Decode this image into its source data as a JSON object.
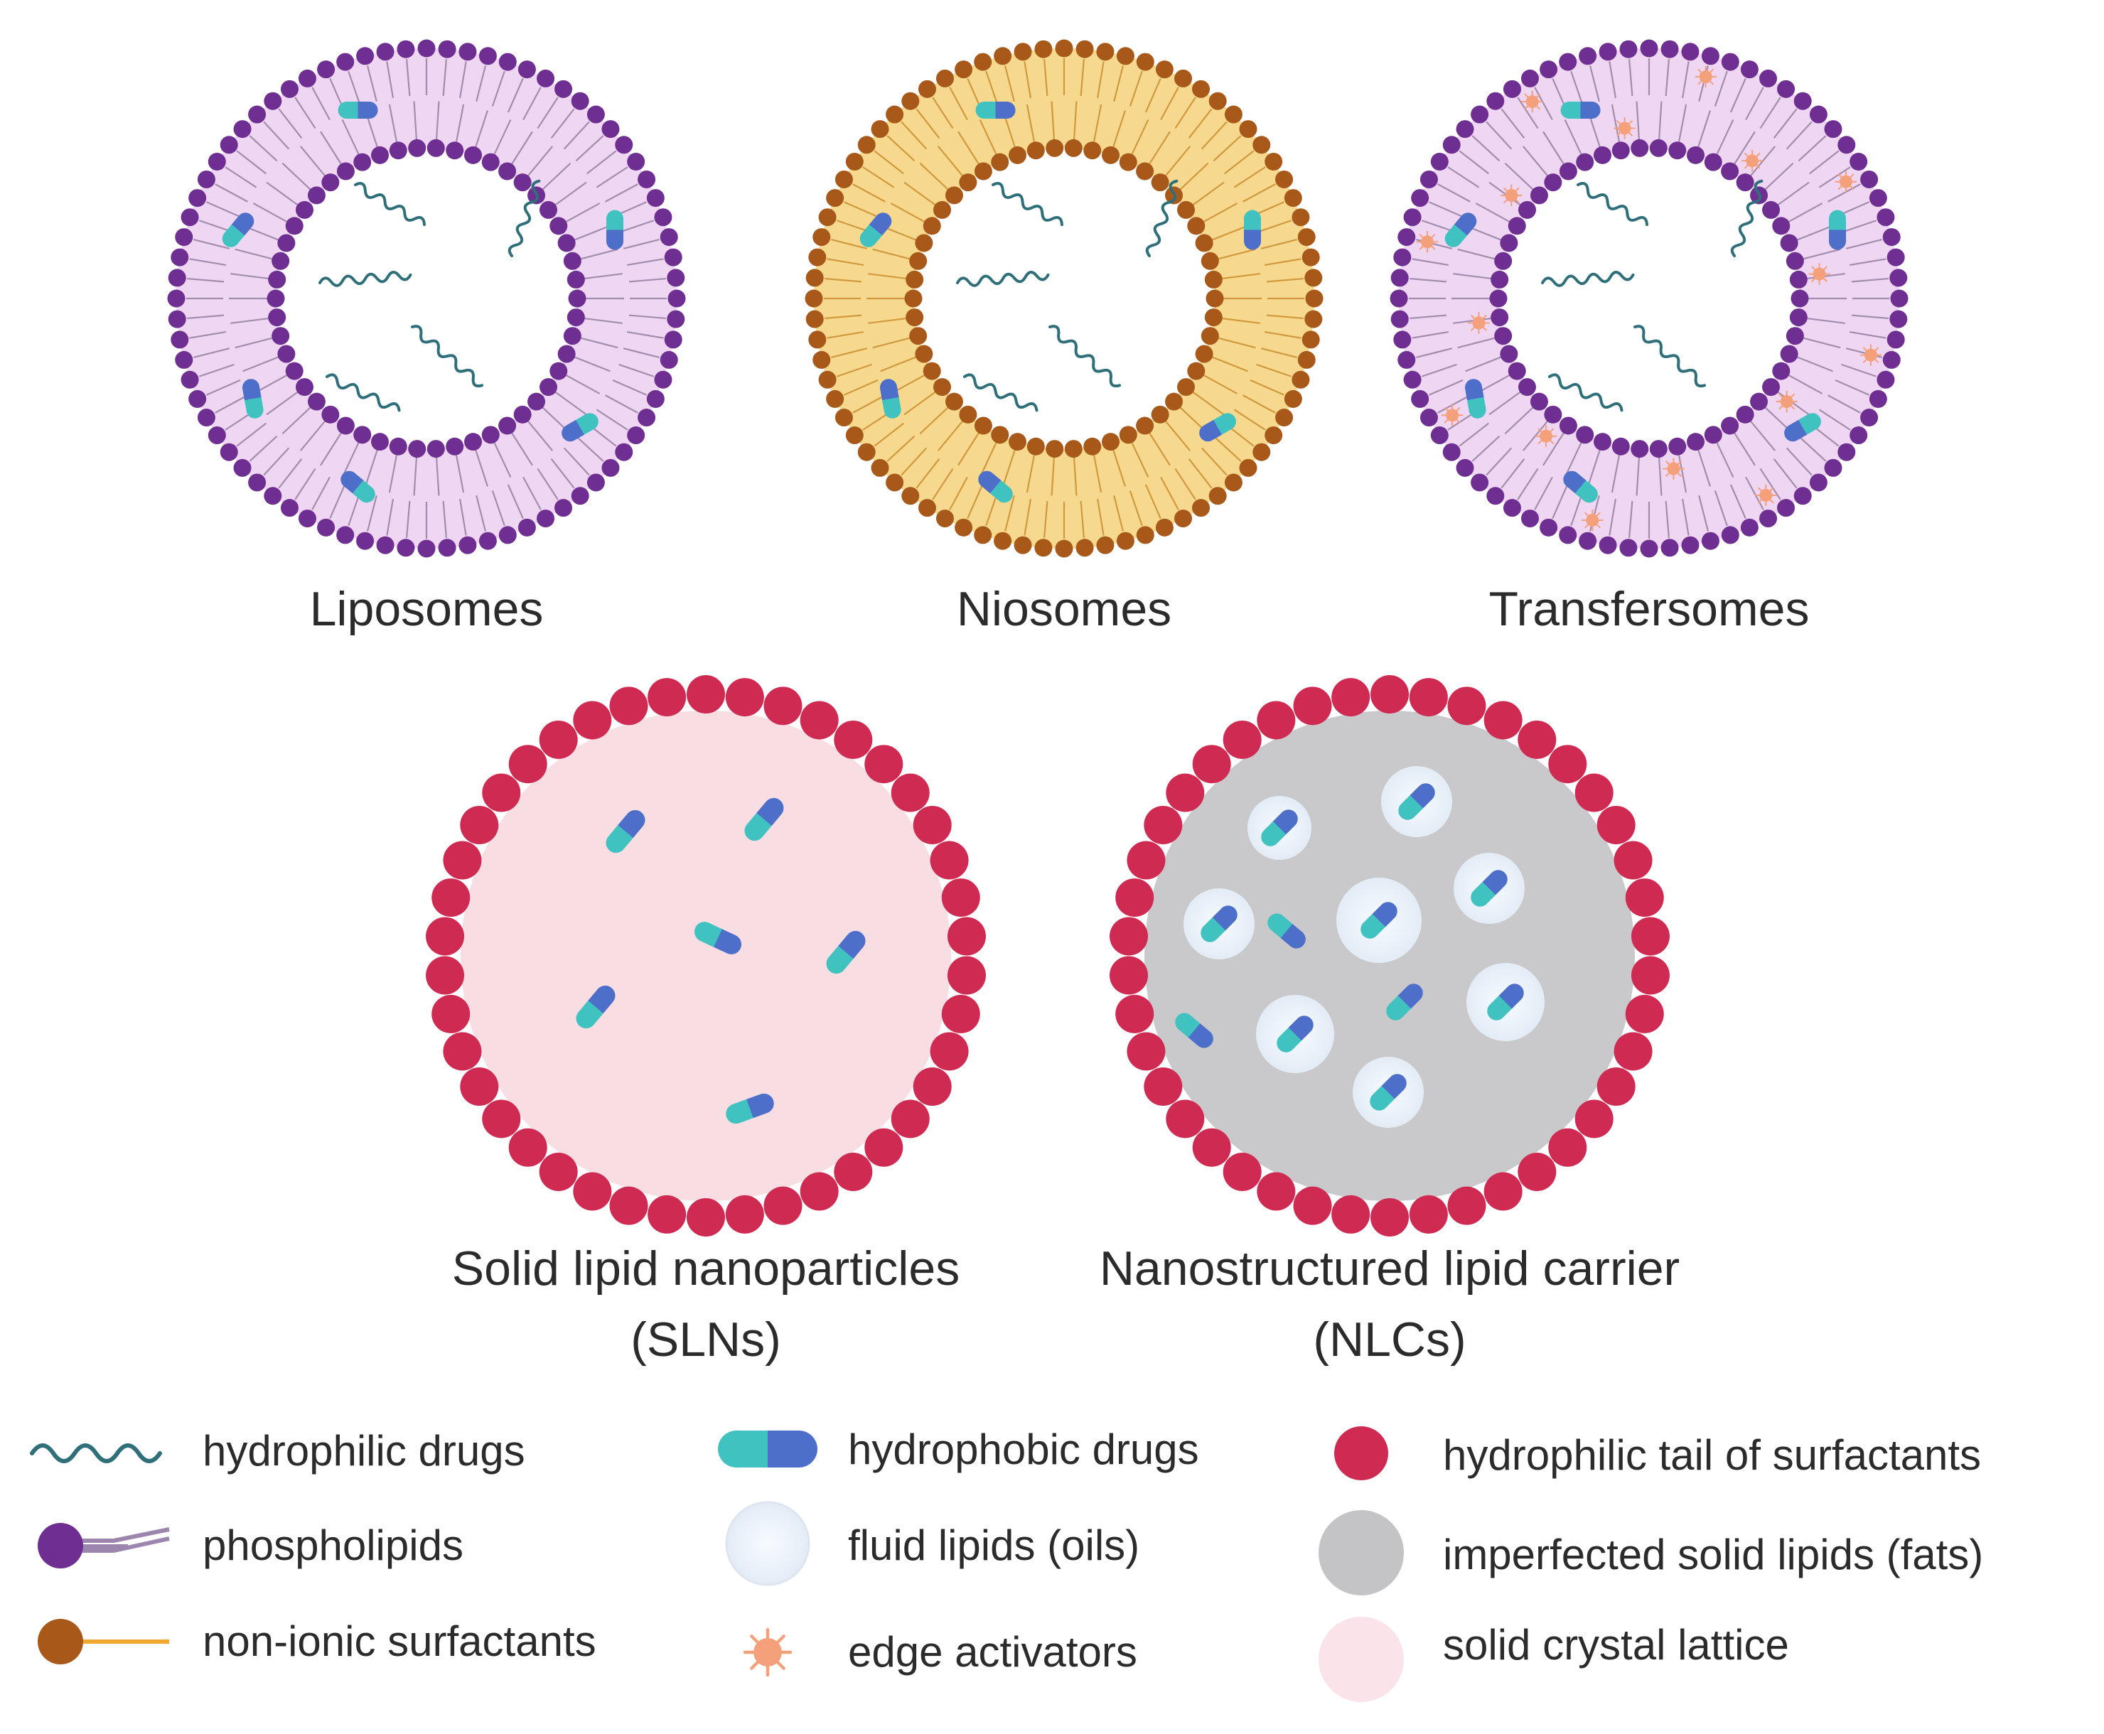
{
  "structures": [
    {
      "id": "liposome",
      "label_lines": [
        "Liposomes"
      ],
      "kind": "vesicle",
      "outer_color": "#6f2e91",
      "inner_color": "#6f2e91",
      "fill_color": "#efd6f3",
      "has_edge_activators": false
    },
    {
      "id": "niosome",
      "label_lines": [
        "Niosomes"
      ],
      "kind": "vesicle",
      "outer_color": "#a8591a",
      "inner_color": "#a8591a",
      "fill_color": "#f6d98e",
      "has_edge_activators": false
    },
    {
      "id": "transfersome",
      "label_lines": [
        "Transfersomes"
      ],
      "kind": "vesicle",
      "outer_color": "#6f2e91",
      "inner_color": "#6f2e91",
      "fill_color": "#efd6f3",
      "has_edge_activators": true
    },
    {
      "id": "sln",
      "label_lines": [
        "Solid lipid nanoparticles",
        "(SLNs)"
      ],
      "kind": "particle",
      "bead_color": "#cf2a52",
      "core_color": "#f8dde3"
    },
    {
      "id": "nlc",
      "label_lines": [
        "Nanostructured lipid carrier",
        "(NLCs)"
      ],
      "kind": "particle",
      "bead_color": "#cf2a52",
      "core_color": "#c9c9cb"
    }
  ],
  "legend": [
    {
      "icon": "hydrophilic-drug-icon",
      "label": "hydrophilic drugs"
    },
    {
      "icon": "phospholipid-icon",
      "label": "phospholipids"
    },
    {
      "icon": "nonionic-surfactant-icon",
      "label": "non-ionic surfactants"
    },
    {
      "icon": "hydrophobic-drug-icon",
      "label": "hydrophobic drugs"
    },
    {
      "icon": "fluid-lipid-icon",
      "label": "fluid lipids (oils)"
    },
    {
      "icon": "edge-activator-icon",
      "label": "edge activators"
    },
    {
      "icon": "hydrophilic-tail-icon",
      "label": "hydrophilic tail of surfactants"
    },
    {
      "icon": "imperfect-solid-lipid-icon",
      "label": "imperfected solid lipids (fats)"
    },
    {
      "icon": "solid-crystal-lattice-icon",
      "label": "solid crystal lattice"
    }
  ],
  "colors": {
    "wave": "#2f6f7a",
    "drug_teal": "#40c2c0",
    "drug_blue": "#4d6fc9",
    "phospholipid_head": "#6f2e91",
    "surfactant_head": "#a8591a",
    "surfactant_tail": "#f0a830",
    "edge_activator": "#f4a07a",
    "bead": "#cf2a52",
    "fluid_lipid": "#eef4fb",
    "fat_gray": "#c4c4c6",
    "crystal_pink": "#fbe3ea",
    "label_text": "#2b2b2b"
  }
}
